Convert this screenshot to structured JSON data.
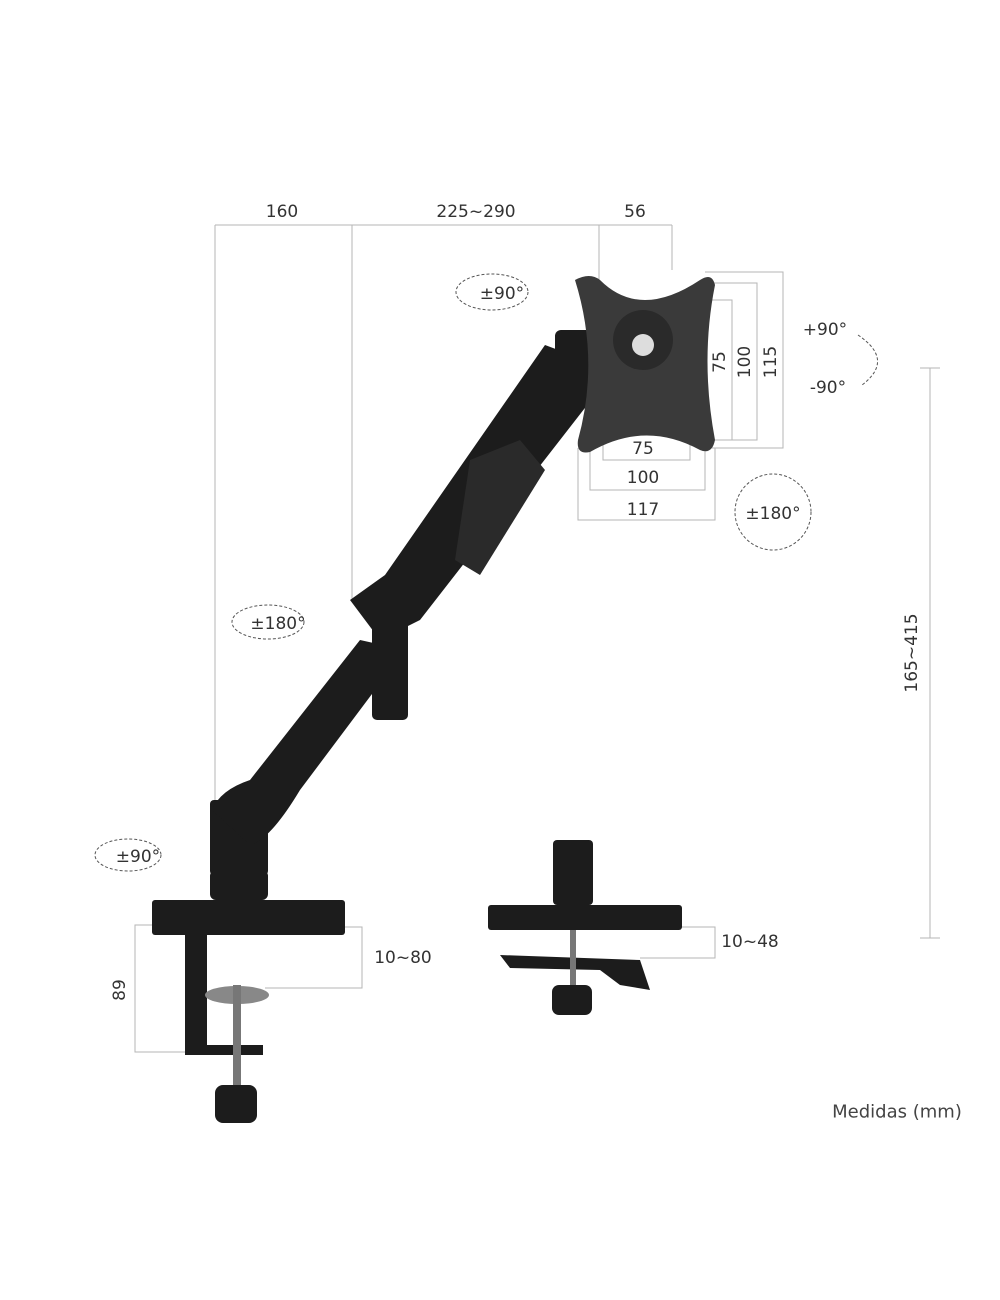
{
  "dimensions": {
    "base_to_post": "160",
    "arm_reach": "225~290",
    "plate_depth": "56",
    "vesa_vertical": [
      "75",
      "100",
      "115"
    ],
    "vesa_horizontal": [
      "75",
      "100",
      "117"
    ],
    "height_range": "165~415",
    "clamp_height": "89",
    "clamp_range": "10~80",
    "grommet_range": "10~48"
  },
  "rotations": {
    "top_arm": "±90°",
    "tilt_up": "+90°",
    "tilt_down": "-90°",
    "plate_rotation": "±180°",
    "elbow": "±180°",
    "base": "±90°"
  },
  "footer": "Medidas (mm)",
  "colors": {
    "product": "#1c1c1c",
    "plate": "#3a3a3a",
    "dimension_line": "#b5b5b5"
  }
}
